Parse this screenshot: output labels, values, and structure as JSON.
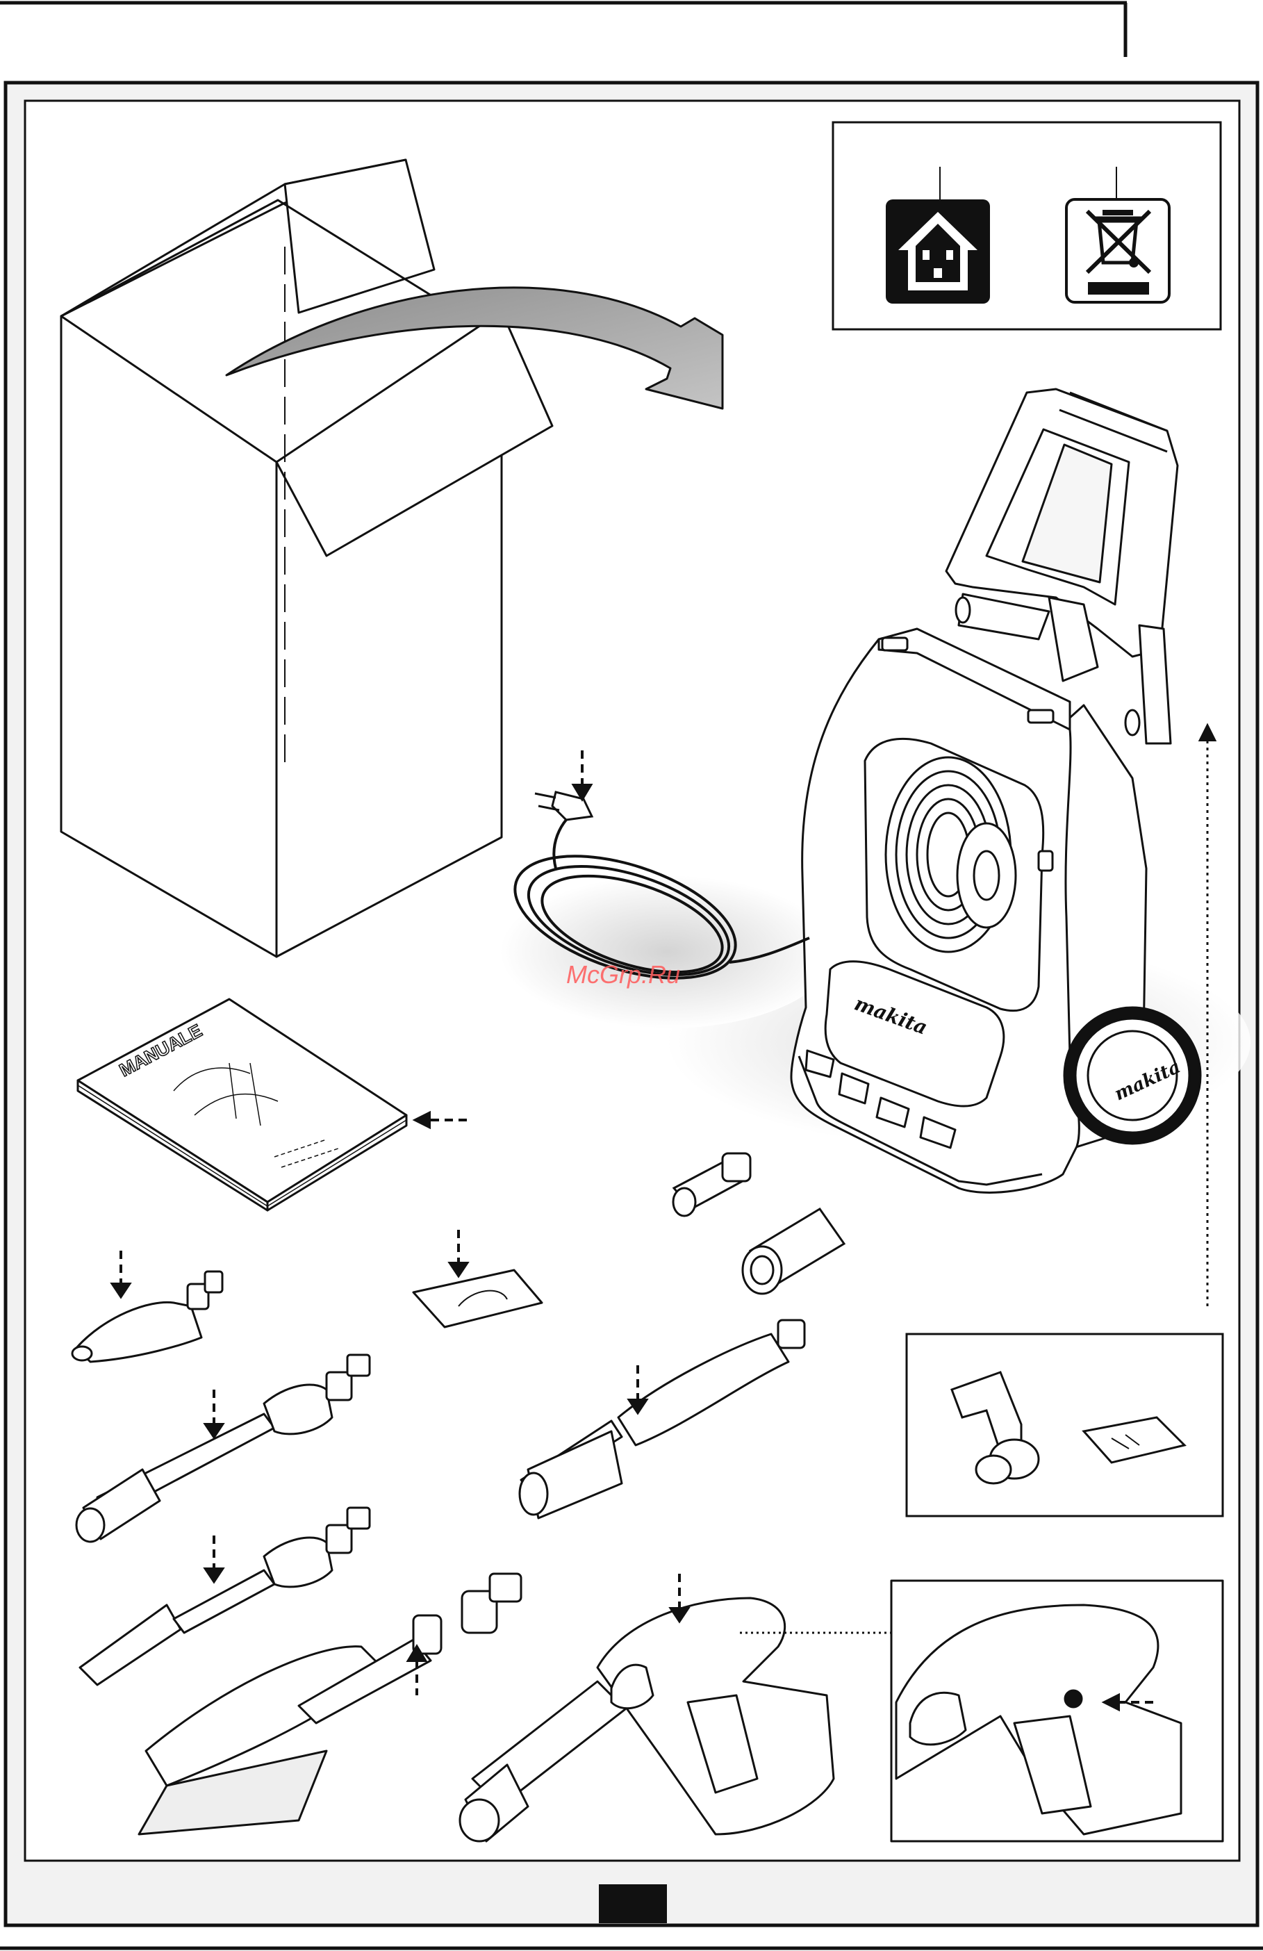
{
  "document": {
    "manual_cover_label": "MANUALE",
    "brand_label": "makita",
    "watermark": "McGrp.Ru"
  },
  "colors": {
    "ink": "#111111",
    "panel": "#f2f2f2",
    "arrow_gray": "#a8a8a8",
    "shadow": "#d6d6d6",
    "watermark_red": "#ff5a5a"
  },
  "symbols": [
    {
      "name": "indoor-use-house-icon"
    },
    {
      "name": "weee-crossed-bin-icon"
    }
  ]
}
